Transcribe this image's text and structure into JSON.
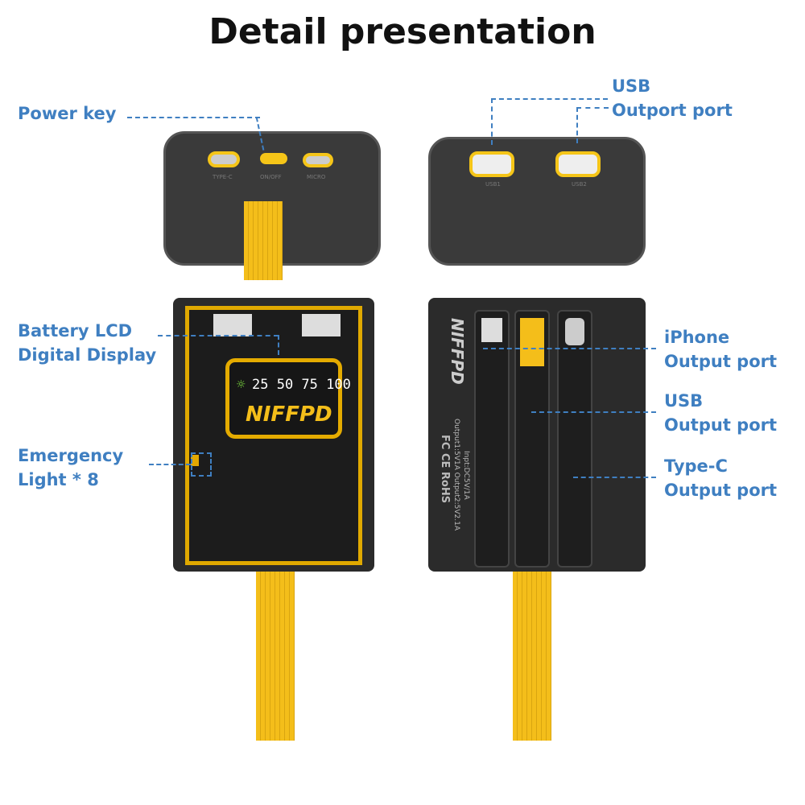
{
  "title": "Detail presentation",
  "labels": {
    "power_key": "Power key",
    "usb_top_1": "USB",
    "usb_top_2": "Outport port",
    "battery_lcd_1": "Battery LCD",
    "battery_lcd_2": "Digital Display",
    "emergency_1": "Emergency",
    "emergency_2": "Light * 8",
    "iphone_1": "iPhone",
    "iphone_2": "Output port",
    "usb_1": "USB",
    "usb_2": "Output port",
    "typec_1": "Type-C",
    "typec_2": "Output port"
  },
  "device": {
    "port_typec": "TYPE-C",
    "port_onoff": "ON/OFF",
    "port_micro": "MICRO",
    "port_usb1": "USB1",
    "port_usb2": "USB2",
    "lcd_levels": "25 50 75 100",
    "brand": "NIFFPD",
    "spec_input": "Inpt:DC5V/1A",
    "spec_output": "Output1:5V1A   Output2:5V2.1A",
    "certs": "FC CE RoHS"
  },
  "colors": {
    "accent": "#3f7fc1",
    "yellow": "#f4be1a"
  }
}
